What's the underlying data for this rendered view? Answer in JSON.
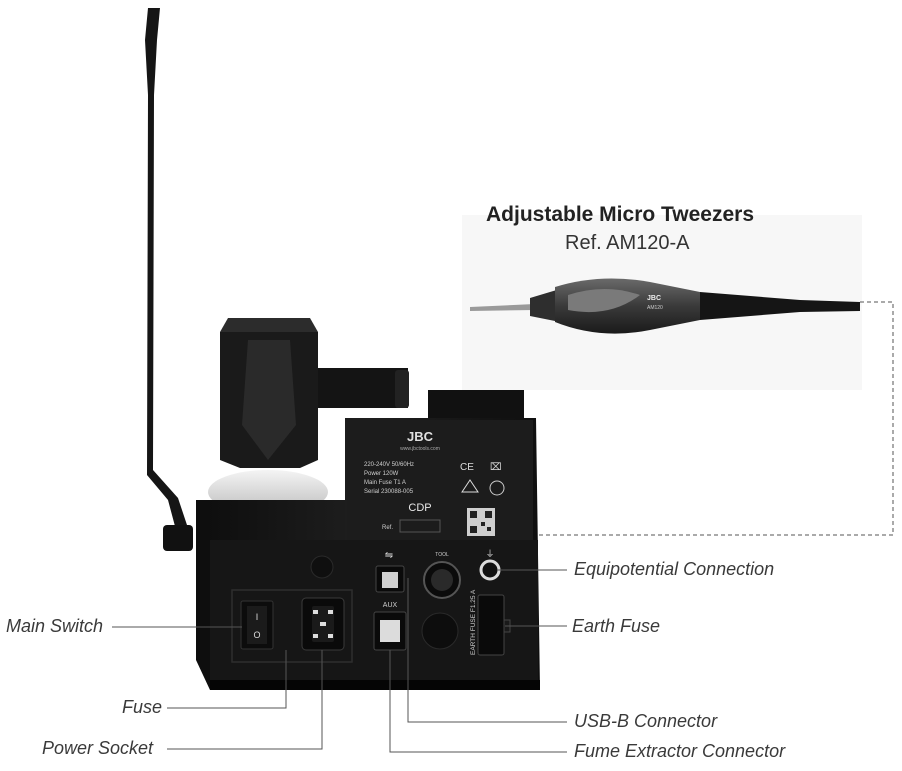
{
  "product": {
    "title": "Adjustable Micro Tweezers",
    "ref": "Ref. AM120-A",
    "tool_brand": "JBC",
    "tool_model": "AM120"
  },
  "station": {
    "brand": "JBC",
    "website": "www.jbctools.com",
    "spec_lines": [
      "220-240V 50/60Hz",
      "Power 120W",
      "Main Fuse T1 A",
      "Serial 230088-005"
    ],
    "model": "CDP",
    "ref_label": "Ref.",
    "port_labels": {
      "aux": "AUX",
      "tool": "TOOL",
      "earth_fuse": "EARTH FUSE F1.25 A"
    }
  },
  "callouts": {
    "main_switch": "Main Switch",
    "fuse": "Fuse",
    "power_socket": "Power Socket",
    "equipotential": "Equipotential Connection",
    "earth_fuse": "Earth Fuse",
    "usb_b": "USB-B Connector",
    "fume_extractor": "Fume Extractor Connector"
  }
}
